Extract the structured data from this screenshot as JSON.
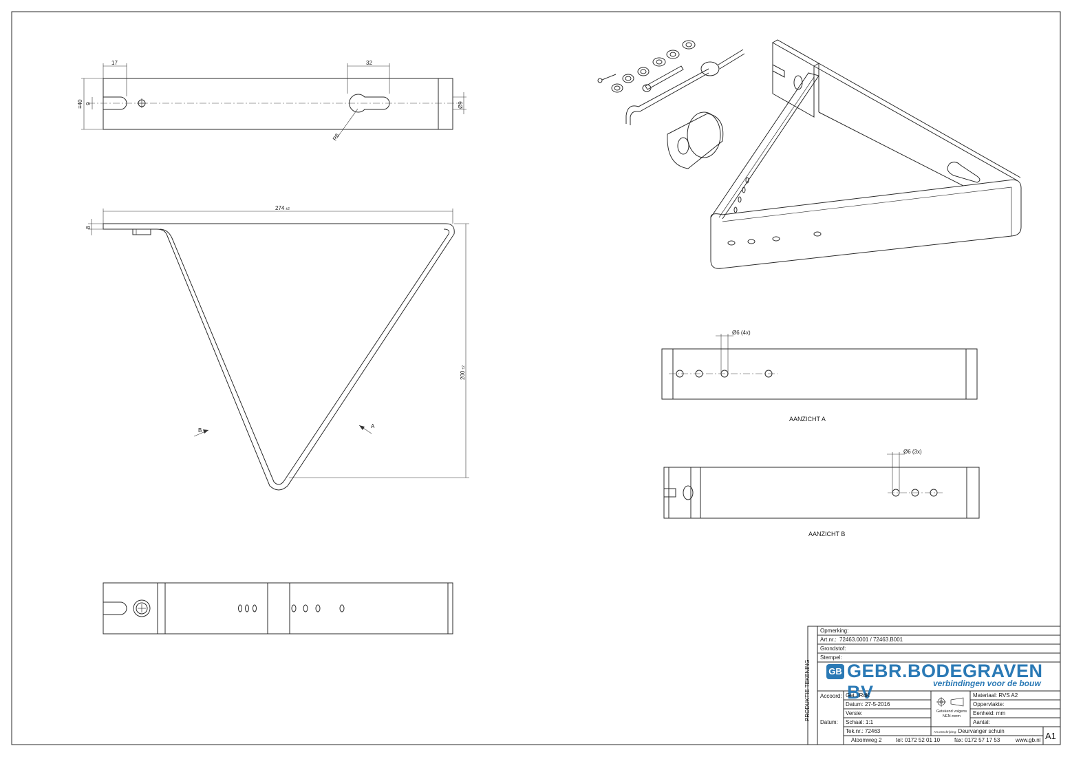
{
  "top_view": {
    "dim_slot": "17",
    "dim_keyhole": "32",
    "dim_width": "≡40",
    "dim_offset": "9",
    "dim_dia": "Ø9",
    "dim_radius": "R8"
  },
  "side_view": {
    "dim_length": "274",
    "dim_length_tol": "±2",
    "dim_thickness": "8",
    "dim_height": "200",
    "dim_height_tol": "±2",
    "arrow_b": "B",
    "arrow_a": "A"
  },
  "view_a": {
    "title": "AANZICHT A",
    "hole_note": "Ø6 (4x)"
  },
  "view_b": {
    "title": "AANZICHT B",
    "hole_note": "Ø6 (3x)"
  },
  "title_block": {
    "opmerking": "Opmerking:",
    "artnr_label": "Art.nr.:",
    "artnr_value": "72463.0001 / 72463.B001",
    "grondstof": "Grondstof:",
    "stempel": "Stempel:",
    "vertical_label": "PRODUKTIE TEKENING",
    "logo_badge": "GB",
    "company": "GEBR.BODEGRAVEN BV",
    "tagline": "verbindingen voor de bouw",
    "accoord": "Accoord:",
    "datum_left": "Datum:",
    "get": "Get.: RdK",
    "datum": "Datum: 27-5-2016",
    "versie": "Versie:",
    "schaal": "Schaal: 1:1",
    "teknr": "Tek.nr.: 72463",
    "norm_line1": "Getekend volgens",
    "norm_line2": "NEN-norm",
    "materiaal": "Materiaal: RVS A2",
    "oppervlakte": "Oppervlakte:",
    "eenheid": "Eenheid: mm",
    "aantal": "Aantal:",
    "omschrijving_label": "Art.omschrijving:",
    "omschrijving": "Deurvanger schuin",
    "address": "Atoomweg 2",
    "tel": "tel: 0172 52 01 10",
    "fax": "fax: 0172 57 17 53",
    "web": "www.gb.nl",
    "format": "A1"
  }
}
